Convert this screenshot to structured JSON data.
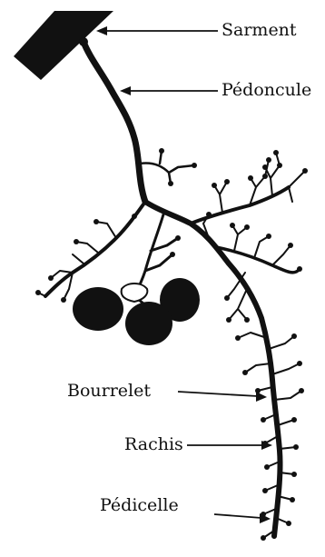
{
  "labels": {
    "sarment": "Sarment",
    "pedoncule": "Pédoncule",
    "bourrelet": "Bourrelet",
    "rachis": "Rachis",
    "pedicelle": "Pédicelle"
  },
  "colors": {
    "ink": "#111111",
    "background": "#ffffff"
  }
}
